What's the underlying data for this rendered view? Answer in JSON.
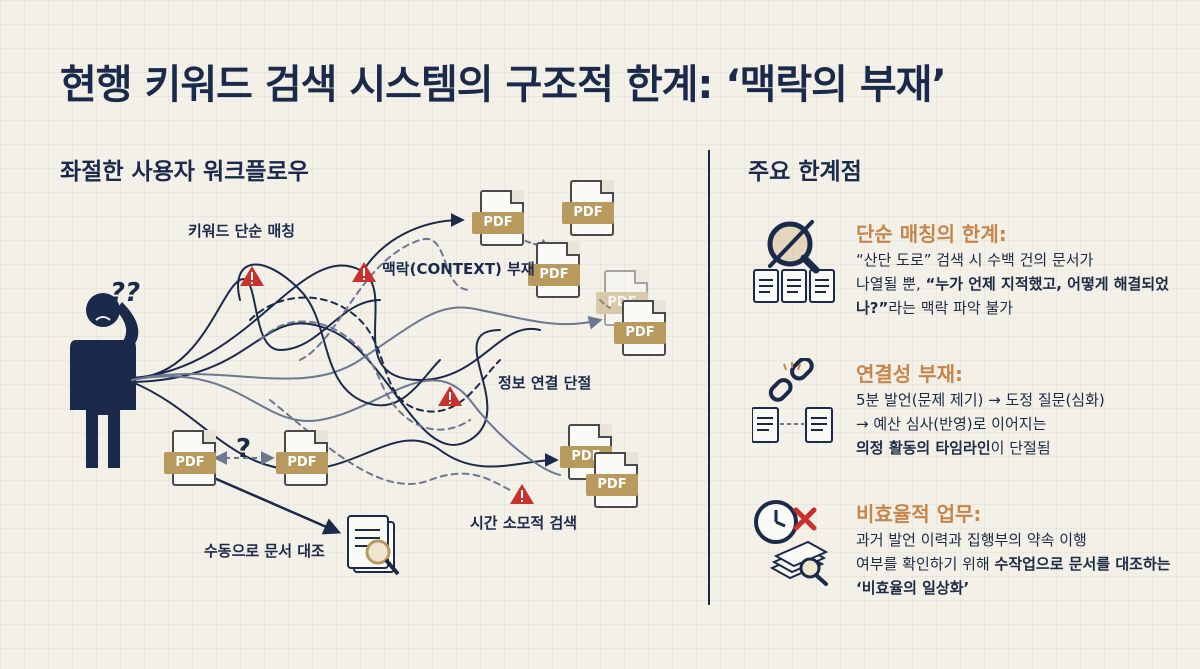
{
  "title": "현행 키워드 검색 시스템의 구조적 한계: ‘맥락의 부재’",
  "left_section": {
    "heading": "좌절한 사용자 워크플로우",
    "labels": {
      "keyword_match": "키워드 단순 매칭",
      "no_context": "맥락(CONTEXT) 부재",
      "info_break": "정보 연결 단절",
      "time_waste": "시간 소모적 검색",
      "manual_compare": "수동으로 문서 대조"
    },
    "question_marks": "??",
    "compare_mark": "?",
    "pdf_label": "PDF"
  },
  "right_section": {
    "heading": "주요 한계점",
    "points": [
      {
        "heading": "단순 매칭의 한계:",
        "text_1": "“산단 도로” 검색 시 수백 건의 문서가",
        "text_2": "나열될 뿐, ",
        "text_bold": "“누가 언제 지적했고, 어떻게 해결되었나?”",
        "text_3": "라는 맥락 파악 불가",
        "icon": "search-slash-icon"
      },
      {
        "heading": "연결성 부재:",
        "text_1": "5분 발언(문제 제기) → 도정 질문(심화)",
        "text_2": "→ 예산 심사(반영)로 이어지는",
        "text_bold": "의정 활동의 타임라인",
        "text_3": "이 단절됨",
        "icon": "broken-link-icon"
      },
      {
        "heading": "비효율적 업무:",
        "text_1": "과거 발언 이력과 집행부의 약속 이행",
        "text_2": "여부를 확인하기 위해 ",
        "text_bold": "수작업으로 문서를 대조하는 ‘비효율의 일상화’",
        "text_3": "",
        "icon": "clock-cross-icon"
      }
    ]
  },
  "colors": {
    "navy": "#1b2a4a",
    "accent": "#c6854a",
    "pdf_tag": "#b99a5e",
    "warning": "#c8312c"
  }
}
